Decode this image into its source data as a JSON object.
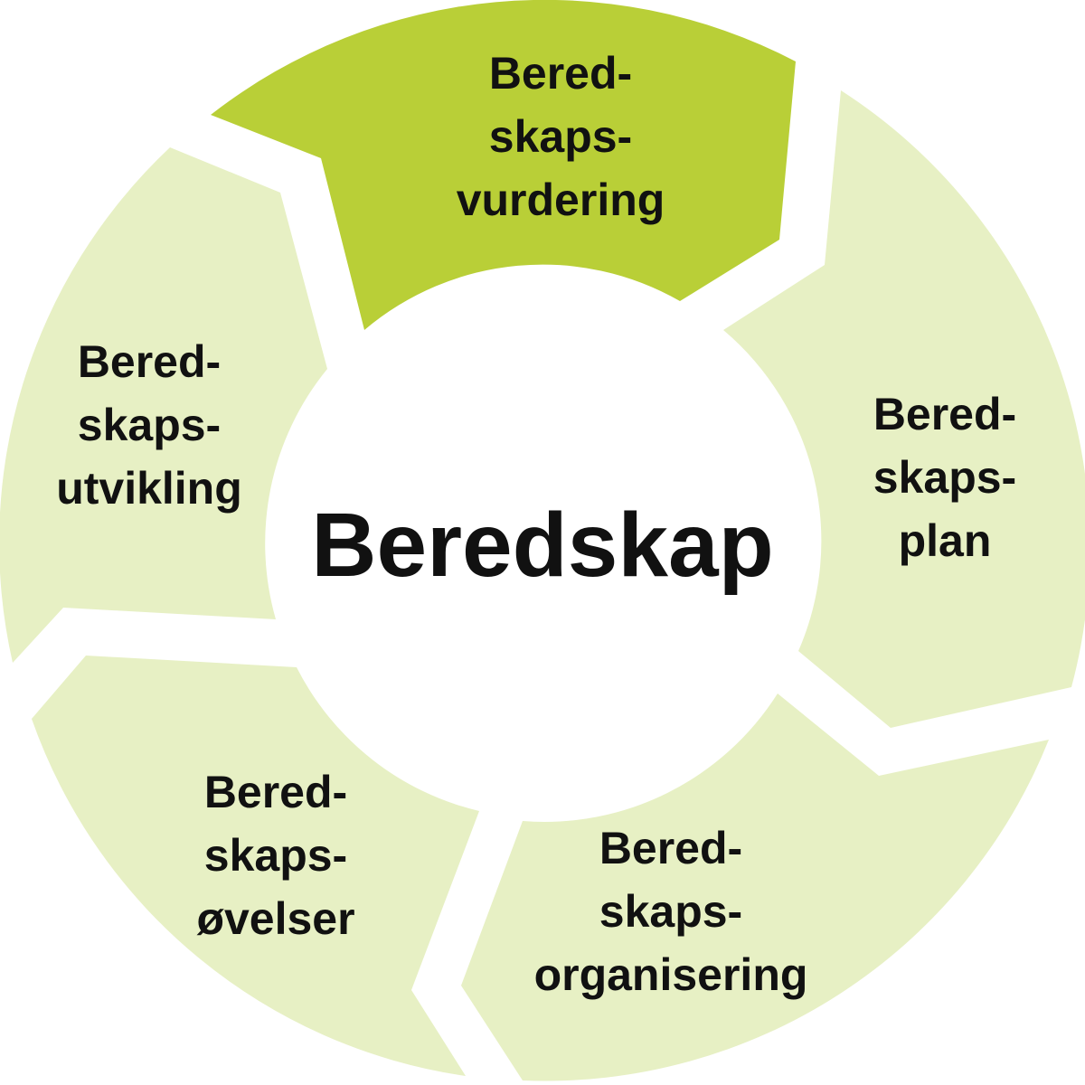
{
  "center": {
    "title": "Beredskap"
  },
  "colors": {
    "active": "#B9CF37",
    "inactive": "#E7F0C4"
  },
  "segments": [
    {
      "id": "vurdering",
      "active": true,
      "lines": [
        "Bered-",
        "skaps-",
        "vurdering"
      ]
    },
    {
      "id": "plan",
      "active": false,
      "lines": [
        "Bered-",
        "skaps-",
        "plan"
      ]
    },
    {
      "id": "organisering",
      "active": false,
      "lines": [
        "Bered-",
        "skaps-",
        "organisering"
      ]
    },
    {
      "id": "ovelser",
      "active": false,
      "lines": [
        "Bered-",
        "skaps-",
        "øvelser"
      ]
    },
    {
      "id": "utvikling",
      "active": false,
      "lines": [
        "Bered-",
        "skaps-",
        "utvikling"
      ]
    }
  ]
}
